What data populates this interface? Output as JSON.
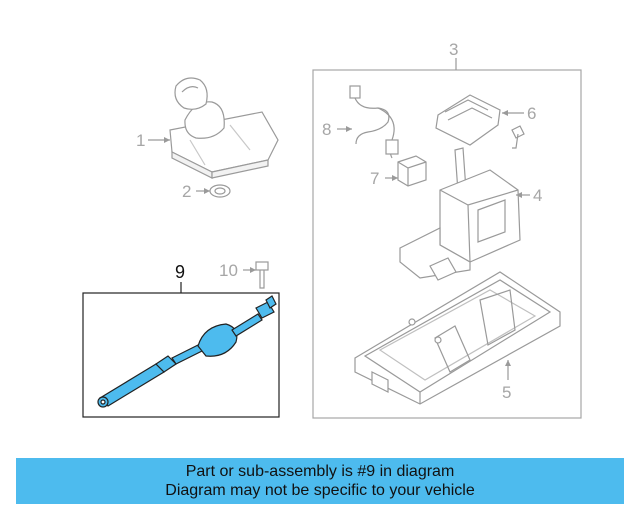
{
  "diagram": {
    "callouts": {
      "c1": "1",
      "c2": "2",
      "c3": "3",
      "c4": "4",
      "c5": "5",
      "c6": "6",
      "c7": "7",
      "c8": "8",
      "c9": "9",
      "c10": "10"
    },
    "colors": {
      "highlight": "#4dbbee",
      "line": "#8c8c8c",
      "part_outline": "#222222"
    }
  },
  "banner": {
    "line1": "Part or sub-assembly is #9 in diagram",
    "line2": "Diagram may not be specific to your vehicle"
  }
}
